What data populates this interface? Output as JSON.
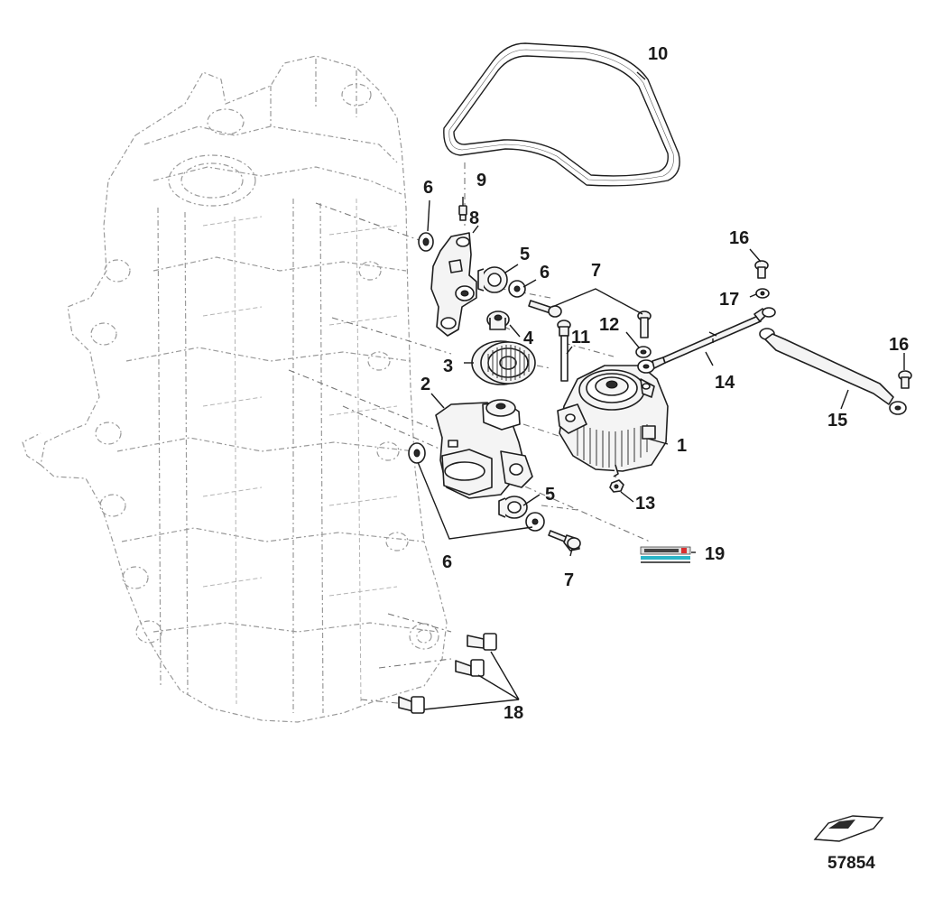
{
  "figure_id": "57854",
  "callouts": {
    "c1": "1",
    "c2": "2",
    "c3": "3",
    "c4": "4",
    "c5a": "5",
    "c5b": "5",
    "c6a": "6",
    "c6b": "6",
    "c6c": "6",
    "c7a": "7",
    "c7b": "7",
    "c8": "8",
    "c9": "9",
    "c10": "10",
    "c11": "11",
    "c12": "12",
    "c13": "13",
    "c14": "14",
    "c15": "15",
    "c16a": "16",
    "c16b": "16",
    "c17": "17",
    "c18": "18",
    "c19": "19"
  },
  "colors": {
    "line": "#1e1e1e",
    "ghost": "#9a9a9a",
    "decal_accent": "#2bb5c8",
    "decal_red": "#d93030"
  }
}
